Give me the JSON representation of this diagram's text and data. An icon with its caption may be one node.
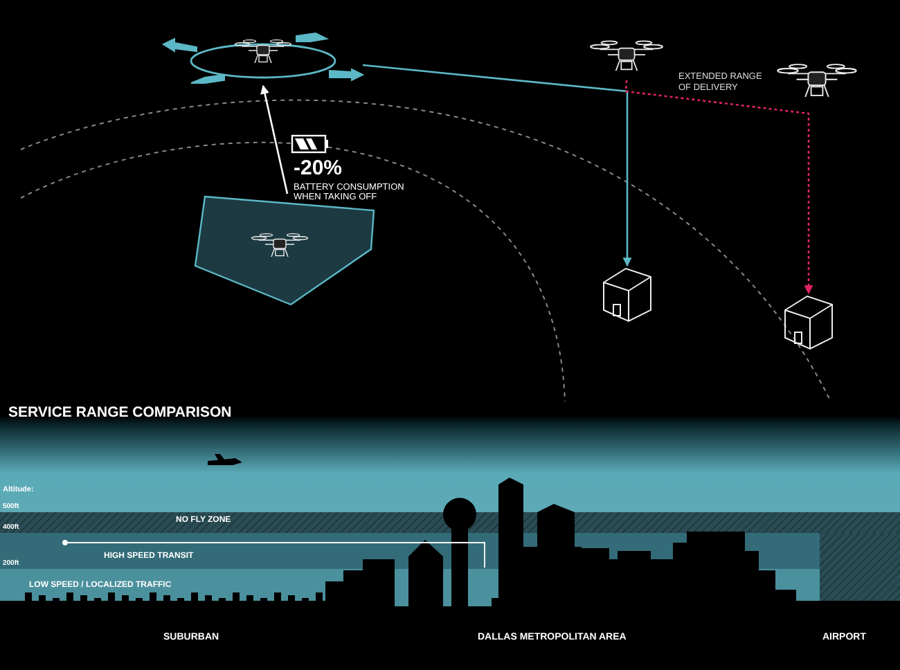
{
  "diagram": {
    "title": "SERVICE RANGE COMPARISON",
    "nodes": [
      {
        "text": [],
        "shape": "picture"
      },
      {
        "text": [],
        "shape": "picture"
      },
      {
        "text": [],
        "shape": "picture"
      },
      {
        "text": [],
        "shape": "picture"
      },
      {
        "text": [],
        "shape": "picture"
      },
      {
        "text": [],
        "shape": "picture"
      }
    ],
    "edges": [
      {
        "from": 0,
        "to": 1,
        "arrow": "to",
        "color": "#ffffff"
      },
      {
        "from": 1,
        "to": 4,
        "arrow": "to",
        "color": "#5cb8c6"
      },
      {
        "from": 2,
        "to": 5,
        "arrow": "to",
        "style": "dashed",
        "color": "#e0245e",
        "label": "EXTENDED RANGE OF DELIVERY"
      }
    ],
    "labels": [
      "-20%",
      "BATTERY CONSUMPTION WHEN TAKING OFF",
      "Altitude:",
      "500ft",
      "400ft",
      "200ft",
      "NO FLY ZONE",
      "HIGH SPEED TRANSIT",
      "LOW SPEED / LOCALIZED TRAFFIC",
      "SUBURBAN",
      "DALLAS METROPOLITAN AREA",
      "AIRPORT"
    ]
  }
}
